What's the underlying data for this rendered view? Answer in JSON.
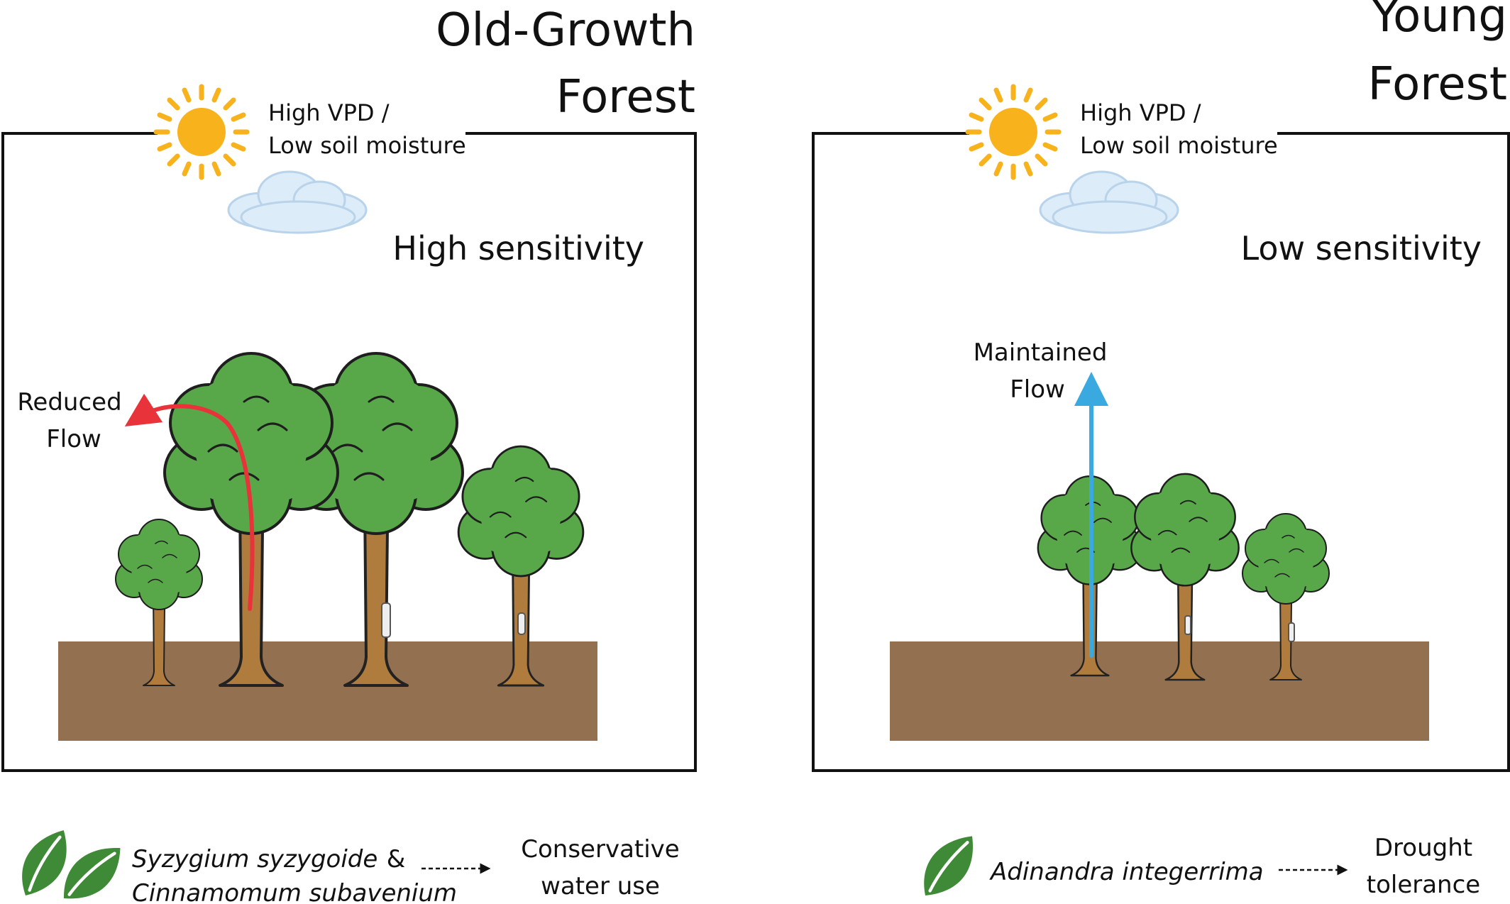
{
  "panels": {
    "old_growth": {
      "title_line1": "Old-Growth",
      "title_line2": "Forest",
      "condition_line1": "High VPD /",
      "condition_line2": "Low soil moisture",
      "sensitivity": "High sensitivity",
      "flow_line1": "Reduced",
      "flow_line2": "Flow"
    },
    "young": {
      "title_line1": "Young",
      "title_line2": "Forest",
      "condition_line1": "High VPD /",
      "condition_line2": "Low soil moisture",
      "sensitivity": "Low sensitivity",
      "flow_line1": "Maintained",
      "flow_line2": "Flow"
    }
  },
  "legend": {
    "old_growth": {
      "species_line1": "Syzygium syzygoide",
      "connector": "&",
      "species_line2": "Cinnamomum subavenium",
      "strategy_line1": "Conservative",
      "strategy_line2": "water use"
    },
    "young": {
      "species_line1": "Adinandra integerrima",
      "strategy_line1": "Drought",
      "strategy_line2": "tolerance"
    }
  },
  "colors": {
    "reduced_flow_arrow": "#e8333a",
    "maintained_flow_arrow": "#3aa9e0",
    "soil": "#93704f",
    "foliage": "#58a84a",
    "trunk": "#b07c3e",
    "sun": "#f7b21c",
    "cloud": "#dcecf8",
    "leaf_icon": "#3f8a36"
  },
  "icons": [
    "sun-icon",
    "cloud-icon",
    "leaf-icon",
    "dashed-arrow-icon",
    "tree-icon"
  ]
}
